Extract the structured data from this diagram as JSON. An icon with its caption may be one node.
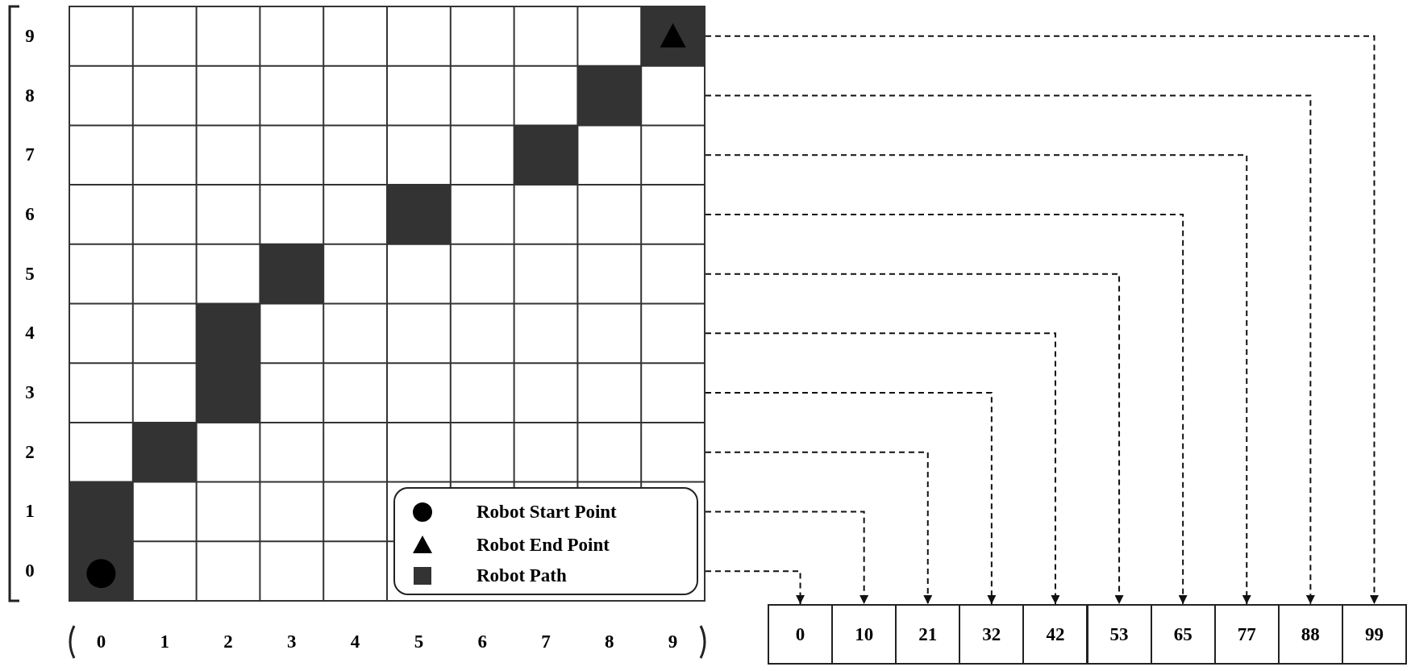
{
  "diagram": {
    "nodes": [
      {
        "text": [],
        "shape": "grid"
      },
      {
        "text": [
          "0"
        ]
      },
      {
        "text": [
          "10"
        ]
      },
      {
        "text": [
          "21"
        ]
      },
      {
        "text": [
          "32"
        ]
      },
      {
        "text": [
          "42"
        ]
      },
      {
        "text": [
          "53"
        ]
      },
      {
        "text": [
          "65"
        ]
      },
      {
        "text": [
          "77"
        ]
      },
      {
        "text": [
          "88"
        ]
      },
      {
        "text": [
          "99"
        ]
      }
    ],
    "edges": [
      {
        "from": 0,
        "to": 1,
        "arrow": "to",
        "style": "dashed"
      },
      {
        "from": 0,
        "to": 2,
        "arrow": "to",
        "style": "dashed"
      },
      {
        "from": 0,
        "to": 3,
        "arrow": "to",
        "style": "dashed"
      },
      {
        "from": 0,
        "to": 4,
        "arrow": "to",
        "style": "dashed"
      },
      {
        "from": 0,
        "to": 5,
        "arrow": "to",
        "style": "dashed"
      },
      {
        "from": 0,
        "to": 6,
        "arrow": "to",
        "style": "dashed"
      },
      {
        "from": 0,
        "to": 7,
        "arrow": "to",
        "style": "dashed"
      },
      {
        "from": 0,
        "to": 8,
        "arrow": "to",
        "style": "dashed"
      },
      {
        "from": 0,
        "to": 9,
        "arrow": "to",
        "style": "dashed"
      },
      {
        "from": 0,
        "to": 10,
        "arrow": "to",
        "style": "dashed"
      }
    ],
    "labels": [
      "9",
      "8",
      "7",
      "6",
      "5",
      "4",
      "3",
      "2",
      "1",
      "0",
      "0",
      "1",
      "2",
      "3",
      "4",
      "5",
      "6",
      "7",
      "8",
      "9"
    ],
    "legend": [
      {
        "text": "Robot Start Point"
      },
      {
        "text": "Robot End Point"
      },
      {
        "text": "Robot Path",
        "color": "#333333"
      }
    ]
  }
}
